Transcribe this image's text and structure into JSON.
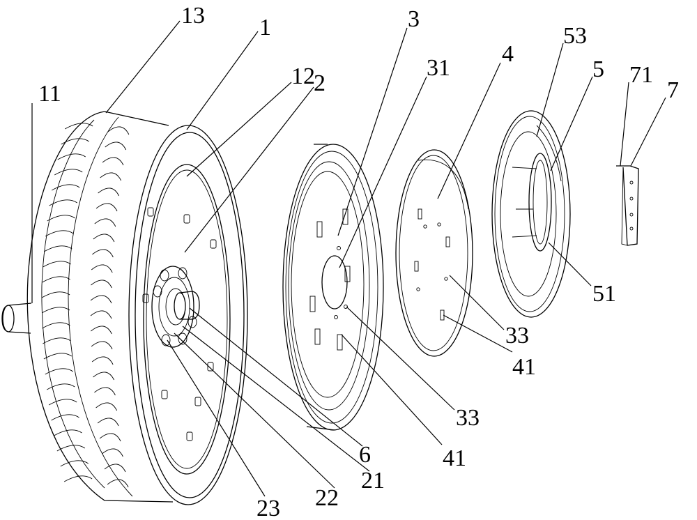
{
  "labels": [
    {
      "id": "13",
      "text": "13"
    },
    {
      "id": "1",
      "text": "1"
    },
    {
      "id": "12",
      "text": "12"
    },
    {
      "id": "11",
      "text": "11"
    },
    {
      "id": "2",
      "text": "2"
    },
    {
      "id": "3",
      "text": "3"
    },
    {
      "id": "31",
      "text": "31"
    },
    {
      "id": "4",
      "text": "4"
    },
    {
      "id": "53",
      "text": "53"
    },
    {
      "id": "5",
      "text": "5"
    },
    {
      "id": "71",
      "text": "71"
    },
    {
      "id": "7",
      "text": "7"
    },
    {
      "id": "51",
      "text": "51"
    },
    {
      "id": "33a",
      "text": "33"
    },
    {
      "id": "41a",
      "text": "41"
    },
    {
      "id": "33b",
      "text": "33"
    },
    {
      "id": "41b",
      "text": "41"
    },
    {
      "id": "6",
      "text": "6"
    },
    {
      "id": "21",
      "text": "21"
    },
    {
      "id": "22",
      "text": "22"
    },
    {
      "id": "23",
      "text": "23"
    }
  ]
}
